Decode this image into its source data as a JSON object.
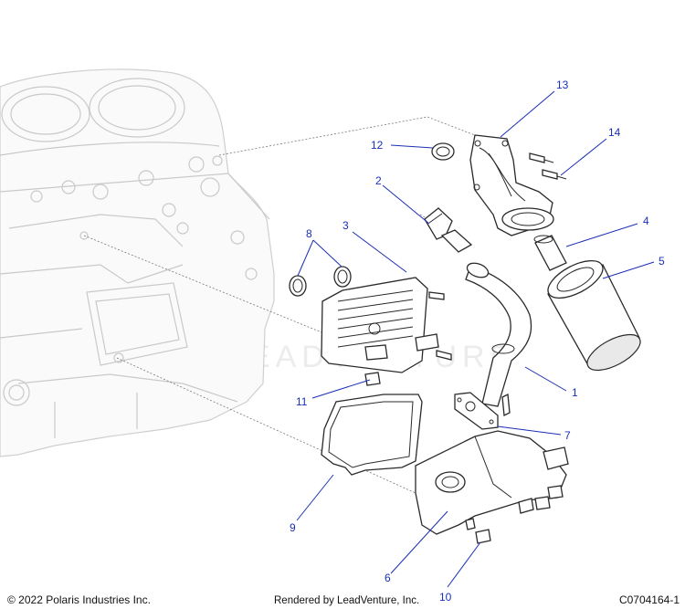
{
  "diagram": {
    "callouts": [
      {
        "label": "1"
      },
      {
        "label": "2"
      },
      {
        "label": "3"
      },
      {
        "label": "4"
      },
      {
        "label": "5"
      },
      {
        "label": "6"
      },
      {
        "label": "7"
      },
      {
        "label": "8"
      },
      {
        "label": "9"
      },
      {
        "label": "10"
      },
      {
        "label": "11"
      },
      {
        "label": "12"
      },
      {
        "label": "13"
      },
      {
        "label": "14"
      }
    ],
    "watermark_text": "LEADVENTURE",
    "callout_color": "#1a2fb5"
  },
  "footer": {
    "copyright": "© 2022 Polaris Industries Inc.",
    "rendered_by": "Rendered by LeadVenture, Inc.",
    "figure_id": "C0704164-1"
  }
}
